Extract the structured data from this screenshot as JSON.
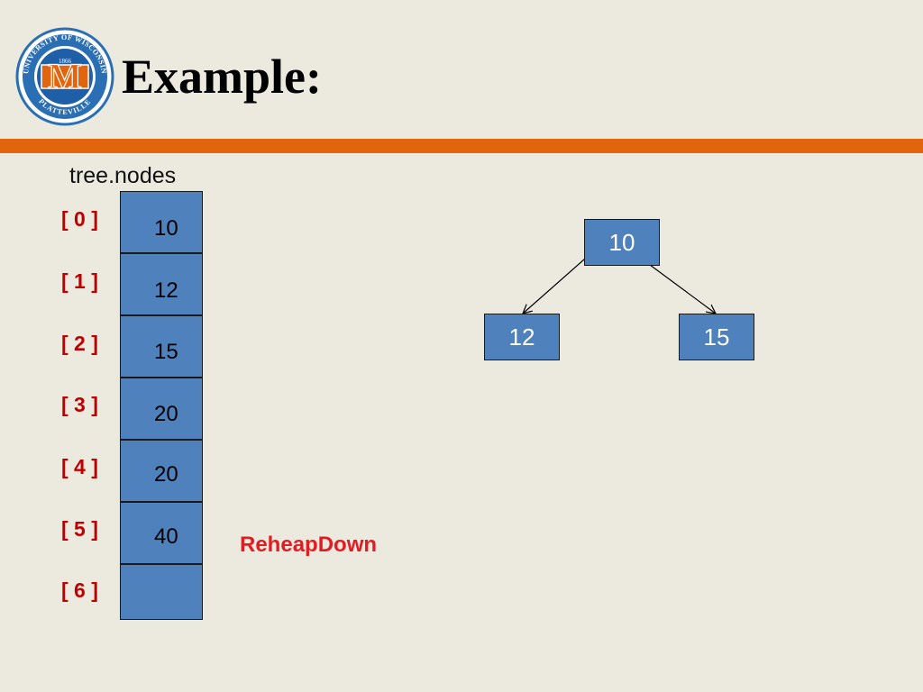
{
  "header": {
    "title": "Example:",
    "logo": {
      "ring_text_top": "UNIVERSITY OF WISCONSIN",
      "ring_text_bottom": "PLATTEVILLE",
      "year": "1866",
      "monogram": "M",
      "colors": {
        "ring": "#2a6fb3",
        "monogram": "#e2650e",
        "field": "#1f5fa8"
      }
    }
  },
  "array": {
    "label": "tree.nodes",
    "indices": [
      "[ 0 ]",
      "[ 1 ]",
      "[ 2 ]",
      "[ 3 ]",
      "[ 4 ]",
      "[ 5 ]",
      "[ 6 ]"
    ],
    "values": [
      "10",
      "12",
      "15",
      "20",
      "20",
      "40",
      ""
    ]
  },
  "operation": "ReheapDown",
  "tree": {
    "root": "10",
    "left": "12",
    "right": "15"
  },
  "colors": {
    "background": "#ece9df",
    "accent_bar": "#e2650e",
    "cell_fill": "#4f81bd",
    "index_text": "#c00000",
    "operation_text": "#e31b23"
  }
}
